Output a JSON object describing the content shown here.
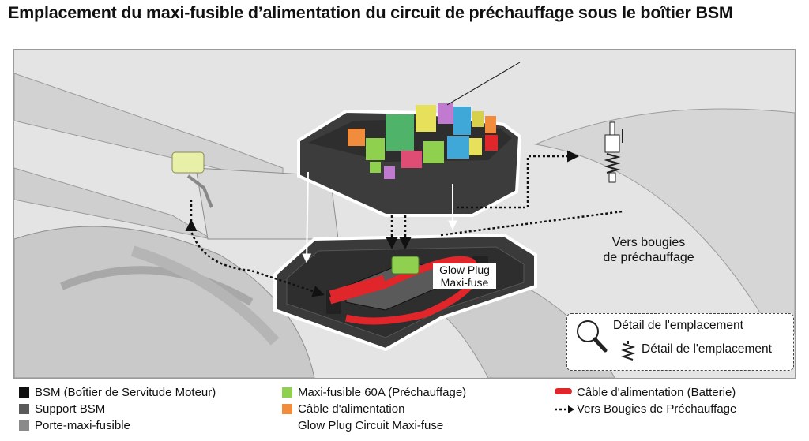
{
  "title": "Emplacement du maxi-fusible d’alimentation du circuit de préchauffage sous le boîtier BSM",
  "labels": {
    "glow_plugs": [
      "Vers bougies",
      "de préchauffage"
    ],
    "fuse_callout": [
      "Glow Plug",
      "Maxi-fuse"
    ]
  },
  "detail_box": {
    "line1": "Détail de l'emplacement",
    "line2": "Détail de l'emplacement",
    "icons": [
      "magnifier-icon",
      "coil-spring-icon"
    ]
  },
  "legend": {
    "col1": [
      {
        "label": "BSM (Boîtier de Servitude Moteur)",
        "color": "#111111"
      },
      {
        "label": "Support BSM",
        "color": "#5a5a5a"
      },
      {
        "label": "Porte-maxi-fusible",
        "color": "#8a8a8a"
      }
    ],
    "col2": [
      {
        "label": "Maxi-fusible 60A (Préchauffage)",
        "color": "#8fd14f"
      },
      {
        "label": "Câble d'alimentation",
        "color": "#f08c3c",
        "continuation": "Glow Plug Circuit Maxi-fuse"
      }
    ],
    "col3": [
      {
        "label": "Câble d'alimentation (Batterie)",
        "color": "#e0262a",
        "kind": "line"
      },
      {
        "label": "Vers Bougies de Préchauffage",
        "kind": "dotted-arrow"
      }
    ]
  }
}
